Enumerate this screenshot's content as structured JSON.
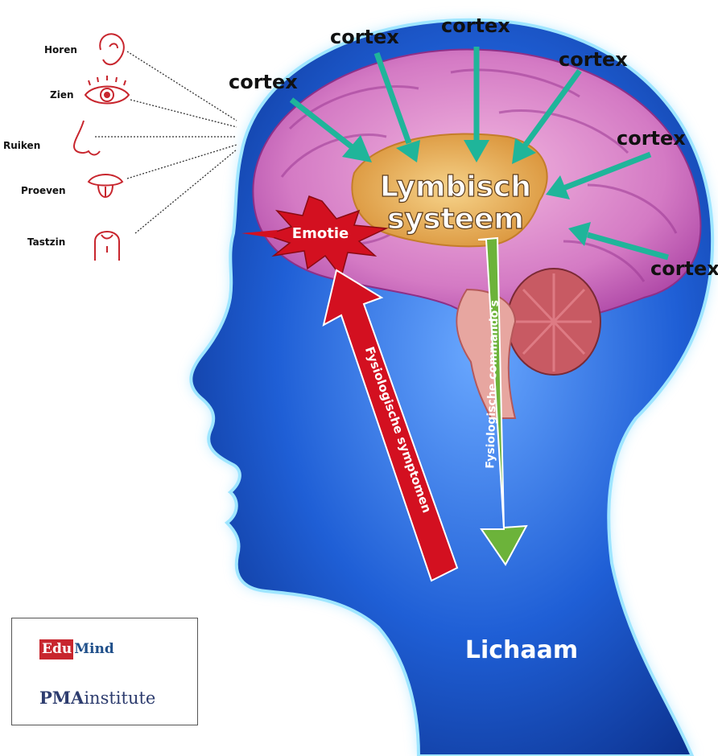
{
  "senses": [
    {
      "label": "Horen",
      "icon": "ear-icon"
    },
    {
      "label": "Zien",
      "icon": "eye-icon"
    },
    {
      "label": "Ruiken",
      "icon": "nose-icon"
    },
    {
      "label": "Proeven",
      "icon": "mouth-icon"
    },
    {
      "label": "Tastzin",
      "icon": "finger-icon"
    }
  ],
  "cortex_labels": [
    "cortex",
    "cortex",
    "cortex",
    "cortex",
    "cortex",
    "cortex"
  ],
  "limbic": {
    "line1": "Lymbisch",
    "line2": "systeem"
  },
  "emotion": "Emotie",
  "arrow_up_label": "Fysiologische symptomen",
  "arrow_down_label": "Fysiologische commando's",
  "body_label": "Lichaam",
  "logo": {
    "edu": "Edu",
    "mind": "Mind",
    "pma_bold": "PMA",
    "pma_rest": "institute"
  },
  "colors": {
    "head": "#1f5fd6",
    "glow": "#7fd8ff",
    "brain": "#e79ad6",
    "limbic": "#e8b24a",
    "teal_arrow": "#1fb59a",
    "red_arrow": "#d31020",
    "green_arrow": "#6cb33a",
    "sense_icon": "#c8262e"
  }
}
